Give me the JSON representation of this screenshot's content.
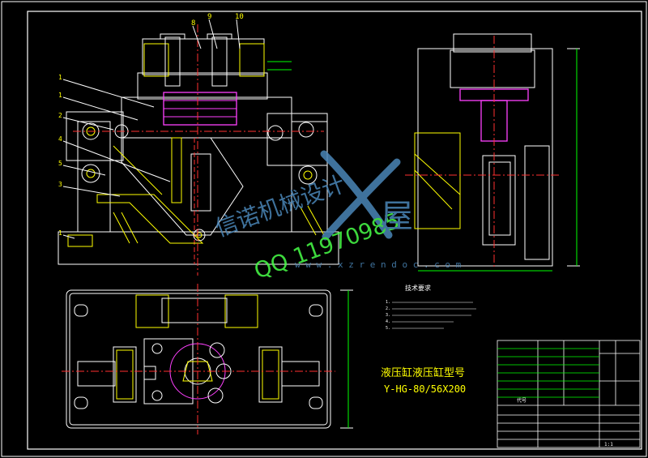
{
  "colors": {
    "background": "#000000",
    "line": "#ffffff",
    "yellow": "#ffff00",
    "green": "#00ff00",
    "red": "#ff3030",
    "magenta": "#ff40ff",
    "cyan": "#00ffff",
    "watermark_blue": "#4a86b8",
    "watermark_green": "#48ff48"
  },
  "balloons": {
    "top": [
      "8",
      "9",
      "10"
    ],
    "left": [
      "1",
      "1",
      "2",
      "4",
      "5",
      "3",
      "1"
    ]
  },
  "tech_requirements": {
    "title": "技术要求",
    "lines": [
      "1.",
      "2.",
      "3.",
      "4.",
      "5."
    ]
  },
  "center_title": {
    "line1": "液压缸液压缸型号",
    "line2": "Y-HG-80/56X200"
  },
  "watermark": {
    "brand": "信诺机械设计",
    "qq": "QQ 11970985",
    "site": "w w w . x z r e n d o c . c o m",
    "glyph": "屋"
  },
  "title_block": {
    "code_label": "代号",
    "scale": "1:1"
  },
  "icons": {
    "watermark_logo": "x-swoosh-logo"
  }
}
